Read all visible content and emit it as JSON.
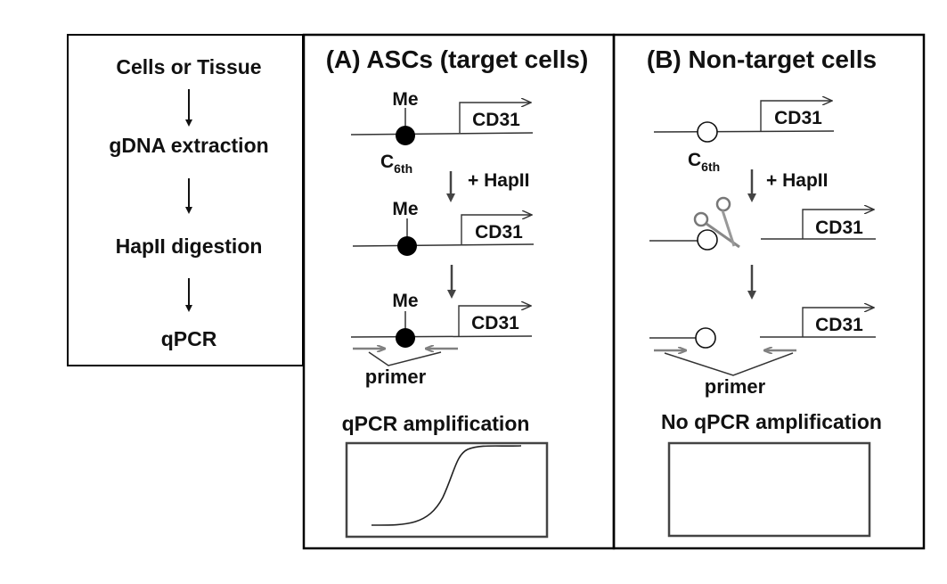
{
  "workflow": {
    "steps": [
      "Cells or Tissue",
      "gDNA extraction",
      "HapII digestion",
      "qPCR"
    ]
  },
  "panel_a": {
    "title": "(A) ASCs (target cells)",
    "methyl_label": "Me",
    "site_label": "C",
    "site_subscript": "6th",
    "gene_label": "CD31",
    "enzyme_label": "+ HapII",
    "primer_label": "primer",
    "result_label": "qPCR amplification"
  },
  "panel_b": {
    "title": "(B) Non-target cells",
    "site_label": "C",
    "site_subscript": "6th",
    "gene_label": "CD31",
    "enzyme_label": "+ HapII",
    "primer_label": "primer",
    "result_label": "No qPCR amplification"
  },
  "colors": {
    "line": "#333333",
    "primer_arrow": "#808080",
    "border": "#000000"
  }
}
